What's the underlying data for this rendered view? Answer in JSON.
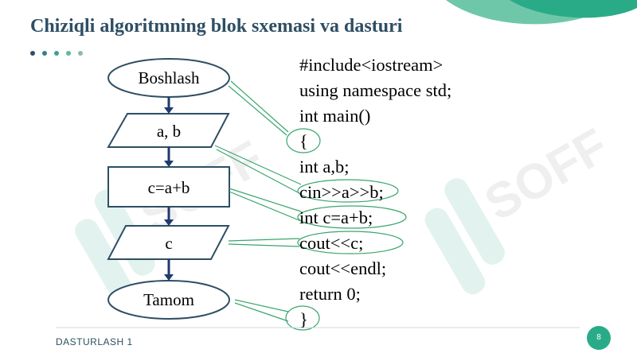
{
  "slide": {
    "title": "Chiziqli algoritmning blok sxemasi va dasturi",
    "footer": "DASTURLASH 1",
    "page_number": "8",
    "dot_colors": [
      "#2e4e63",
      "#3a7d8c",
      "#3f9f96",
      "#5eb8a3",
      "#8fb9b0"
    ]
  },
  "watermark": {
    "logo_text": "SOFF"
  },
  "flowchart": {
    "start": "Boshlash",
    "input": "a, b",
    "process": "c=a+b",
    "output": "c",
    "end": "Tamom"
  },
  "code_lines": [
    "#include<iostream>",
    "using namespace std;",
    "int main()",
    "{",
    "int a,b;",
    "cin>>a>>b;",
    "int c=a+b;",
    "cout<<c;",
    "cout<<endl;",
    "return 0;",
    "}"
  ],
  "colors": {
    "title": "#2e4e63",
    "accent": "#2aab88",
    "flowchart_stroke": "#2e4e63",
    "connector": "#3aa56e",
    "arrow": "#1f3a6e"
  }
}
